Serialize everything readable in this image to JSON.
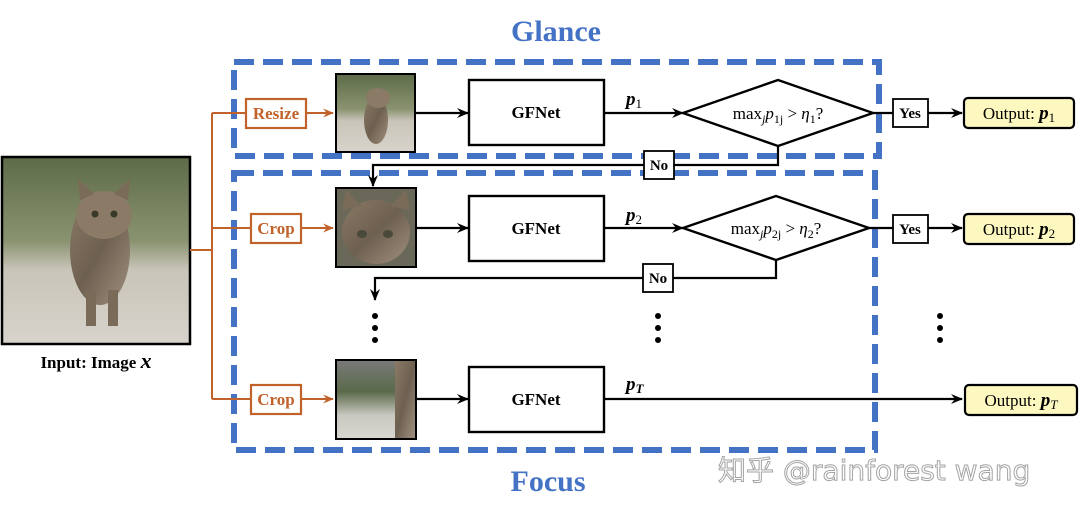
{
  "titles": {
    "glance": "Glance",
    "focus": "Focus"
  },
  "input": {
    "label": "Input: Image ",
    "symbol": "x",
    "image": "kitten-photo"
  },
  "colors": {
    "region_border": "#4472c4",
    "preprocess": "#c0622a",
    "output_fill": "#fdf8c0"
  },
  "stages": [
    {
      "stage": "glance",
      "preprocess": "Resize",
      "image": "kitten-resized-thumbnail",
      "network": "GFNet",
      "output_var": "p",
      "output_sub": "1",
      "condition": {
        "prefix": "max",
        "sub": "j",
        "var": "p",
        "var_sub": "1j",
        "op": " > ",
        "threshold": "η",
        "threshold_sub": "1",
        "suffix": "?"
      },
      "yes_label": "Yes",
      "no_label": "No",
      "output": {
        "prefix": "Output: ",
        "var": "p",
        "sub": "1"
      }
    },
    {
      "stage": "focus-1",
      "preprocess": "Crop",
      "image": "kitten-face-crop",
      "network": "GFNet",
      "output_var": "p",
      "output_sub": "2",
      "condition": {
        "prefix": "max",
        "sub": "j",
        "var": "p",
        "var_sub": "2j",
        "op": " > ",
        "threshold": "η",
        "threshold_sub": "2",
        "suffix": "?"
      },
      "yes_label": "Yes",
      "no_label": "No",
      "output": {
        "prefix": "Output: ",
        "var": "p",
        "sub": "2"
      }
    },
    {
      "stage": "focus-T",
      "preprocess": "Crop",
      "image": "kitten-edge-crop",
      "network": "GFNet",
      "output_var": "p",
      "output_sub": "T",
      "output": {
        "prefix": "Output: ",
        "var": "p",
        "sub": "T"
      }
    }
  ],
  "watermark": "知乎 @rainforest wang"
}
